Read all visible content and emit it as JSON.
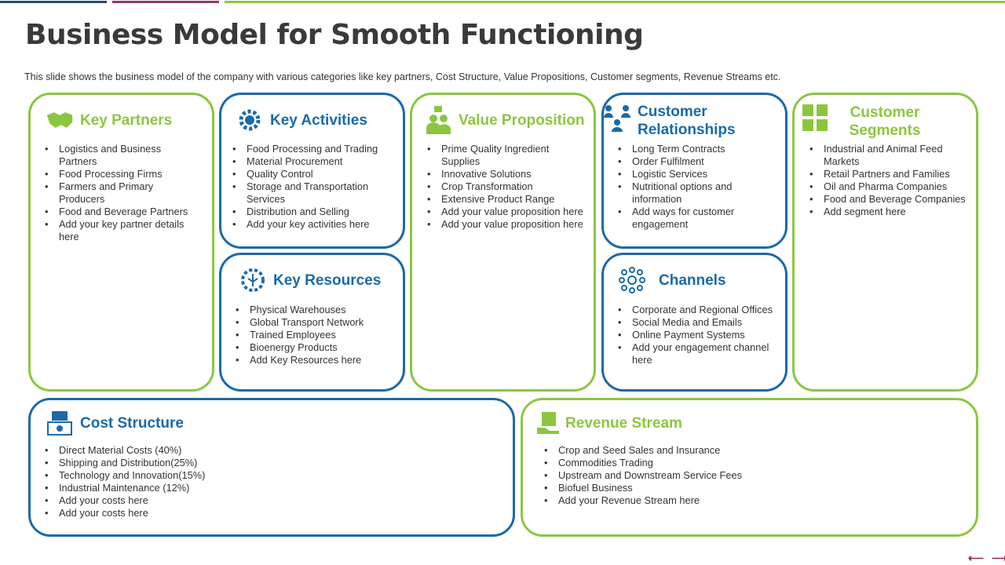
{
  "title": "Business Model for Smooth Functioning",
  "subtitle": "This slide shows the business model of the company with various  categories like key partners, Cost Structure, Value Propositions, Customer segments, Revenue  Streams etc.",
  "colors": {
    "blue": "#1a6aa8",
    "green": "#8cc63f",
    "purple": "#8a3a6a",
    "navy": "#2a4a6a"
  },
  "key_partners": {
    "title": "Key Partners",
    "icon": "handshake-icon",
    "items": [
      "Logistics and Business Partners",
      "Food Processing Firms",
      "Farmers and Primary Producers",
      "Food and Beverage  Partners",
      "Add your key partner details here"
    ]
  },
  "key_activities": {
    "title": "Key Activities",
    "icon": "gear-icon",
    "items": [
      "Food Processing and Trading",
      "Material Procurement",
      "Quality Control",
      "Storage and Transportation Services",
      "Distribution and Selling",
      "Add your key activities here"
    ]
  },
  "key_resources": {
    "title": "Key Resources",
    "icon": "resources-icon",
    "items": [
      "Physical Warehouses",
      "Global Transport Network",
      "Trained Employees",
      "Bioenergy Products",
      "Add Key Resources here"
    ]
  },
  "value_proposition": {
    "title": "Value Proposition",
    "icon": "presenter-icon",
    "items": [
      "Prime Quality Ingredient Supplies",
      "Innovative  Solutions",
      "Crop Transformation",
      "Extensive Product Range",
      "Add your value proposition here",
      "Add your value proposition here"
    ]
  },
  "customer_relationships": {
    "title": "Customer Relationships",
    "icon": "people-icon",
    "items": [
      "Long Term Contracts",
      "Order Fulfilment",
      "Logistic Services",
      "Nutritional options and information",
      "Add ways for customer engagement"
    ]
  },
  "channels": {
    "title": "Channels",
    "icon": "network-icon",
    "items": [
      "Corporate  and Regional Offices",
      "Social Media and Emails",
      "Online Payment Systems",
      "Add your engagement channel here"
    ]
  },
  "customer_segments": {
    "title": "Customer Segments",
    "icon": "segments-icon",
    "items": [
      "Industrial and Animal Feed Markets",
      "Retail Partners and Families",
      "Oil and Pharma Companies",
      "Food and Beverage Companies",
      "Add segment here"
    ]
  },
  "cost_structure": {
    "title": "Cost Structure",
    "icon": "cash-register-icon",
    "items": [
      "Direct Material Costs (40%)",
      "Shipping and Distribution(25%)",
      "Technology  and Innovation(15%)",
      "Industrial Maintenance  (12%)",
      "Add your costs here",
      "Add your costs here"
    ]
  },
  "revenue_stream": {
    "title": "Revenue Stream",
    "icon": "money-hand-icon",
    "items": [
      "Crop and Seed Sales and Insurance",
      "Commodities Trading",
      "Upstream and Downstream  Service Fees",
      "Biofuel Business",
      "Add your Revenue  Stream here"
    ]
  },
  "nav": {
    "prev": "⟵",
    "next": "⟶"
  }
}
